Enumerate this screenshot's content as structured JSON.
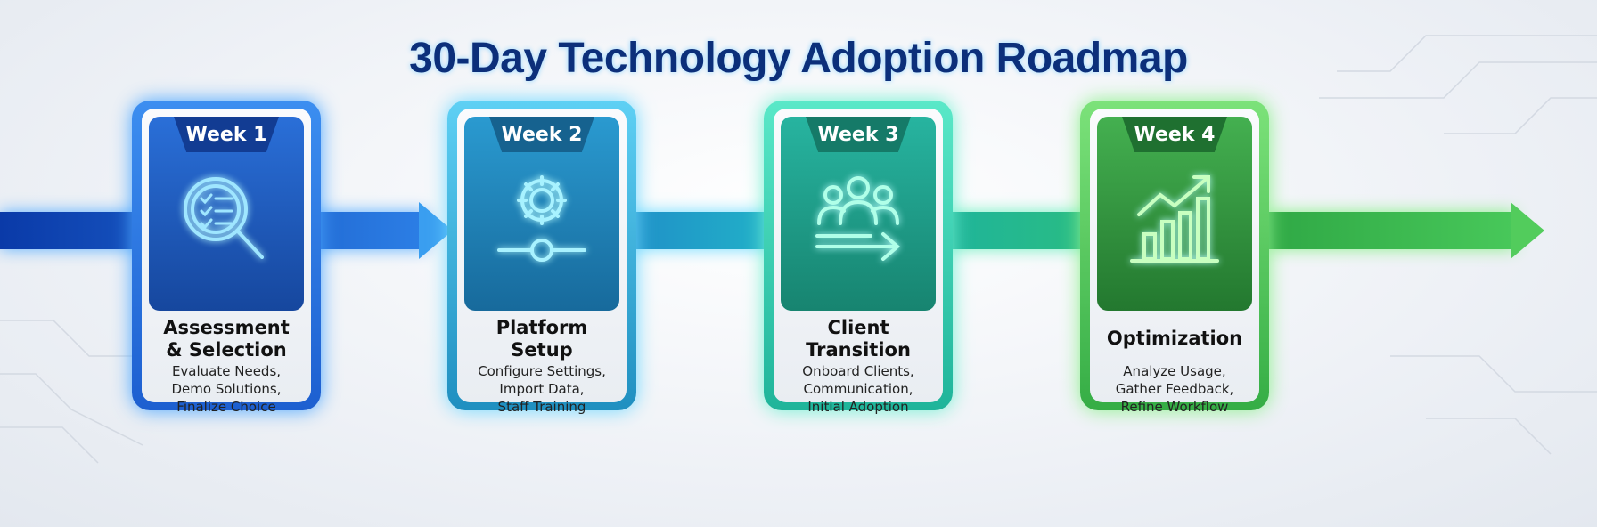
{
  "title": "30-Day Technology Adoption Roadmap",
  "steps": [
    {
      "week": "Week 1",
      "name_lines": [
        "Assessment",
        "& Selection"
      ],
      "desc": [
        "Evaluate Needs,",
        "Demo Solutions,",
        "Finalize Choice"
      ],
      "icon": "magnifier-checklist-icon",
      "color": "#1d5fd0"
    },
    {
      "week": "Week 2",
      "name_lines": [
        "Platform",
        "Setup"
      ],
      "desc": [
        "Configure Settings,",
        "Import Data,",
        "Staff Training"
      ],
      "icon": "gear-slider-icon",
      "color": "#1f8fc0"
    },
    {
      "week": "Week 3",
      "name_lines": [
        "Client",
        "Transition"
      ],
      "desc": [
        "Onboard Clients,",
        "Communication,",
        "Initial Adoption"
      ],
      "icon": "group-arrow-icon",
      "color": "#1fb49a"
    },
    {
      "week": "Week 4",
      "name_lines": [
        "Optimization"
      ],
      "desc": [
        "Analyze Usage,",
        "Gather Feedback,",
        "Refine Workflow"
      ],
      "icon": "growth-chart-icon",
      "color": "#35ad45"
    }
  ]
}
